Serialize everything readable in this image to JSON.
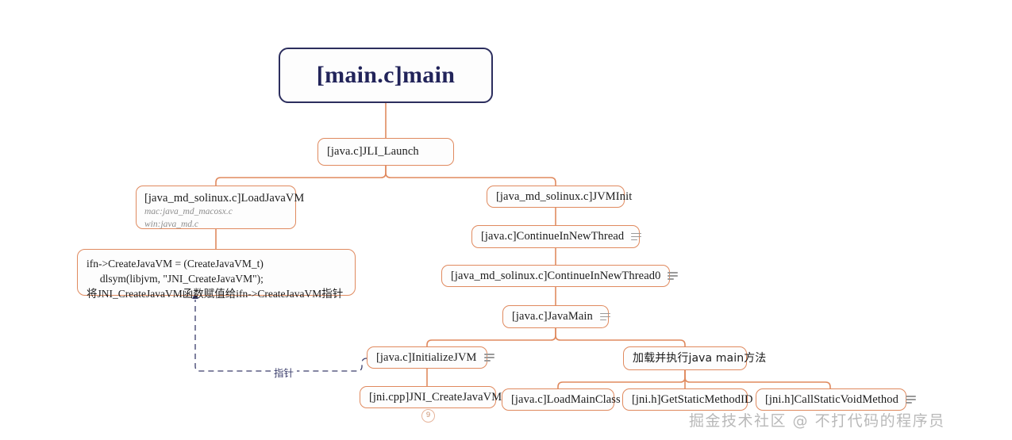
{
  "diagram": {
    "title_node": "[main.c]main",
    "watermark": "掘金技术社区 @ 不打代码的程序员",
    "pointer_annotation": "指针",
    "colors": {
      "root_border": "#2c2e5e",
      "root_text": "#22245a",
      "node_border": "#e08a5f",
      "connector": "#e08a5f",
      "pointer_line": "#3a3d6b",
      "sub_text": "#8d8d8d",
      "watermark": "#b9b9b9",
      "background": "#ffffff"
    },
    "nodes": [
      {
        "id": "main",
        "label": "[main.c]main"
      },
      {
        "id": "jli_launch",
        "label": "[java.c]JLI_Launch"
      },
      {
        "id": "loadjavavm",
        "label": "[java_md_solinux.c]LoadJavaVM",
        "sub": [
          "mac:java_md_macosx.c",
          "win:java_md.c"
        ]
      },
      {
        "id": "jvminit",
        "label": "[java_md_solinux.c]JVMInit"
      },
      {
        "id": "codeblock",
        "label": "ifn->CreateJavaVM = (CreateJavaVM_t)",
        "lines": [
          "ifn->CreateJavaVM = (CreateJavaVM_t)",
          "     dlsym(libjvm, \"JNI_CreateJavaVM\");",
          "将JNI_CreateJavaVM函数赋值给ifn->CreateJavaVM指针"
        ]
      },
      {
        "id": "continue",
        "label": "[java.c]ContinueInNewThread",
        "note": true
      },
      {
        "id": "continue0",
        "label": "[java_md_solinux.c]ContinueInNewThread0",
        "note": true
      },
      {
        "id": "javamain",
        "label": "[java.c]JavaMain",
        "note": true
      },
      {
        "id": "initializejvm",
        "label": "[java.c]InitializeJVM",
        "note": true
      },
      {
        "id": "runmain",
        "label": "加载并执行java main方法"
      },
      {
        "id": "jni_createjavavm",
        "label": "[jni.cpp]JNI_CreateJavaVM",
        "badge": "9"
      },
      {
        "id": "loadmainclass",
        "label": "[java.c]LoadMainClass"
      },
      {
        "id": "getstaticmethod",
        "label": "[jni.h]GetStaticMethodID"
      },
      {
        "id": "callstaticvoid",
        "label": "[jni.h]CallStaticVoidMethod",
        "note": true
      }
    ]
  }
}
